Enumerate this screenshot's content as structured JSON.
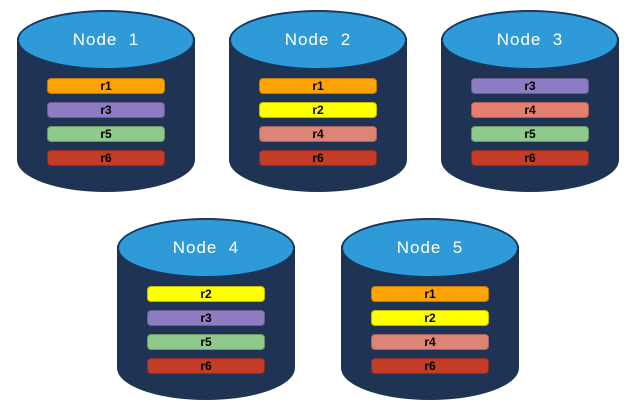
{
  "palette": {
    "cylinder_body": "#1F3355",
    "cylinder_top_fill": "#2E9BD8",
    "cylinder_outline": "#17375E",
    "node_title_color": "#FFFFFF",
    "replica_colors": {
      "r1": "#FFA302",
      "r2": "#FFFF00",
      "r3": "#8E7CC3",
      "r4": "#DC8577",
      "r5": "#8FC98B",
      "r6": "#C43B28"
    }
  },
  "nodes": [
    {
      "label": "Node  1",
      "replicas": [
        {
          "id": "r1",
          "color": "#FFA302"
        },
        {
          "id": "r3",
          "color": "#8E7CC3"
        },
        {
          "id": "r5",
          "color": "#8FC98B"
        },
        {
          "id": "r6",
          "color": "#C43B28"
        }
      ]
    },
    {
      "label": "Node  2",
      "replicas": [
        {
          "id": "r1",
          "color": "#FFA302"
        },
        {
          "id": "r2",
          "color": "#FFFF00"
        },
        {
          "id": "r4",
          "color": "#DC8577"
        },
        {
          "id": "r6",
          "color": "#C43B28"
        }
      ]
    },
    {
      "label": "Node  3",
      "replicas": [
        {
          "id": "r3",
          "color": "#8E7CC3"
        },
        {
          "id": "r4",
          "color": "#E57F70"
        },
        {
          "id": "r5",
          "color": "#8FC98B"
        },
        {
          "id": "r6",
          "color": "#C43B28"
        }
      ]
    },
    {
      "label": "Node  4",
      "replicas": [
        {
          "id": "r2",
          "color": "#FFFF00"
        },
        {
          "id": "r3",
          "color": "#8E7CC3"
        },
        {
          "id": "r5",
          "color": "#8FC98B"
        },
        {
          "id": "r6",
          "color": "#C43B28"
        }
      ]
    },
    {
      "label": "Node  5",
      "replicas": [
        {
          "id": "r1",
          "color": "#FFA302"
        },
        {
          "id": "r2",
          "color": "#FFFF00"
        },
        {
          "id": "r4",
          "color": "#DC8577"
        },
        {
          "id": "r6",
          "color": "#C43B28"
        }
      ]
    }
  ]
}
